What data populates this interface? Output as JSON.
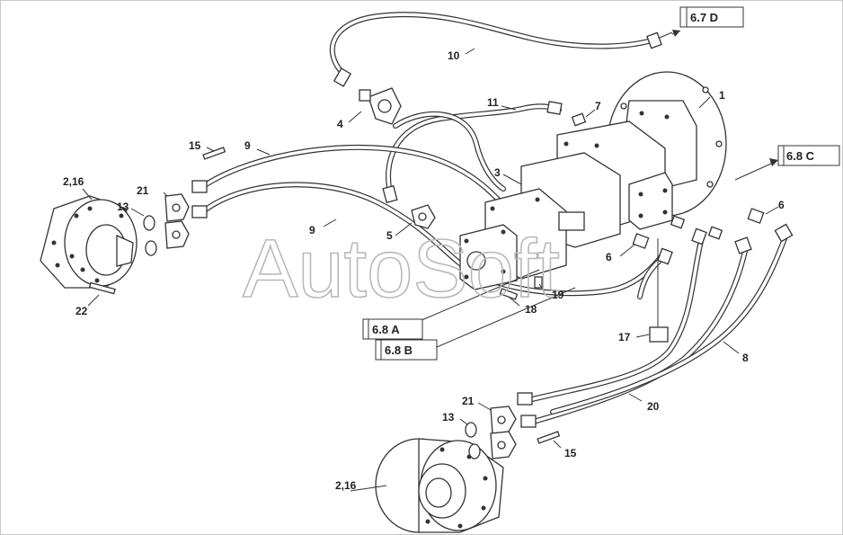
{
  "watermark": "AutoSoft",
  "colors": {
    "ink": "#333333",
    "watermark": "#b9b9b9",
    "background": "#ffffff"
  },
  "callouts": {
    "c1": "1",
    "c2_16_top": "2,16",
    "c2_16_bottom": "2,16",
    "c3": "3",
    "c4": "4",
    "c5": "5",
    "c6_right": "6",
    "c6_mid": "6",
    "c7": "7",
    "c8": "8",
    "c9_top": "9",
    "c9_bottom": "9",
    "c10": "10",
    "c11": "11",
    "c13_top": "13",
    "c13_bottom": "13",
    "c15_top": "15",
    "c15_bottom": "15",
    "c17": "17",
    "c18": "18",
    "c19": "19",
    "c20": "20",
    "c21_top": "21",
    "c21_bottom": "21",
    "c22": "22"
  },
  "references": {
    "r67d": "6.7 D",
    "r68c": "6.8 C",
    "r68a": "6.8 A",
    "r68b": "6.8 B"
  }
}
